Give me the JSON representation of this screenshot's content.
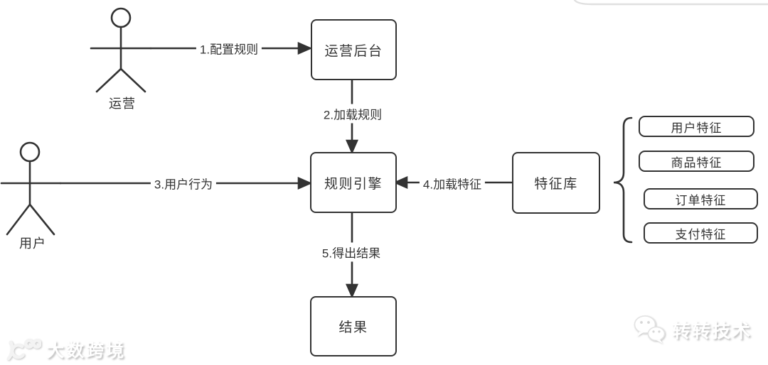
{
  "colors": {
    "stroke": "#333333",
    "text": "#333333",
    "background": "#ffffff",
    "watermark_shadow": "#7d7d7d",
    "card_edge_line": "#e0e0e0"
  },
  "diagram": {
    "actors": [
      {
        "label": "运营"
      },
      {
        "label": "用户"
      }
    ],
    "nodes": [
      {
        "label": "运营后台"
      },
      {
        "label": "规则引擎"
      },
      {
        "label": "特征库"
      },
      {
        "label": "结果"
      }
    ],
    "edges": [
      {
        "label": "1.配置规则",
        "from": "运营",
        "to": "运营后台"
      },
      {
        "label": "2.加载规则",
        "from": "运营后台",
        "to": "规则引擎"
      },
      {
        "label": "3.用户行为",
        "from": "用户",
        "to": "规则引擎"
      },
      {
        "label": "4.加载特征",
        "from": "特征库",
        "to": "规则引擎"
      },
      {
        "label": "5.得出结果",
        "from": "规则引擎",
        "to": "结果"
      }
    ],
    "features": [
      {
        "label": "用户特征"
      },
      {
        "label": "商品特征"
      },
      {
        "label": "订单特征"
      },
      {
        "label": "支付特征"
      }
    ]
  },
  "watermarks": {
    "bottom_left": {
      "brand": "大数跨境",
      "icon": "100-logo-icon"
    },
    "bottom_right": {
      "brand": "转转技术",
      "icon": "wechat-chat-bubbles-icon"
    }
  }
}
